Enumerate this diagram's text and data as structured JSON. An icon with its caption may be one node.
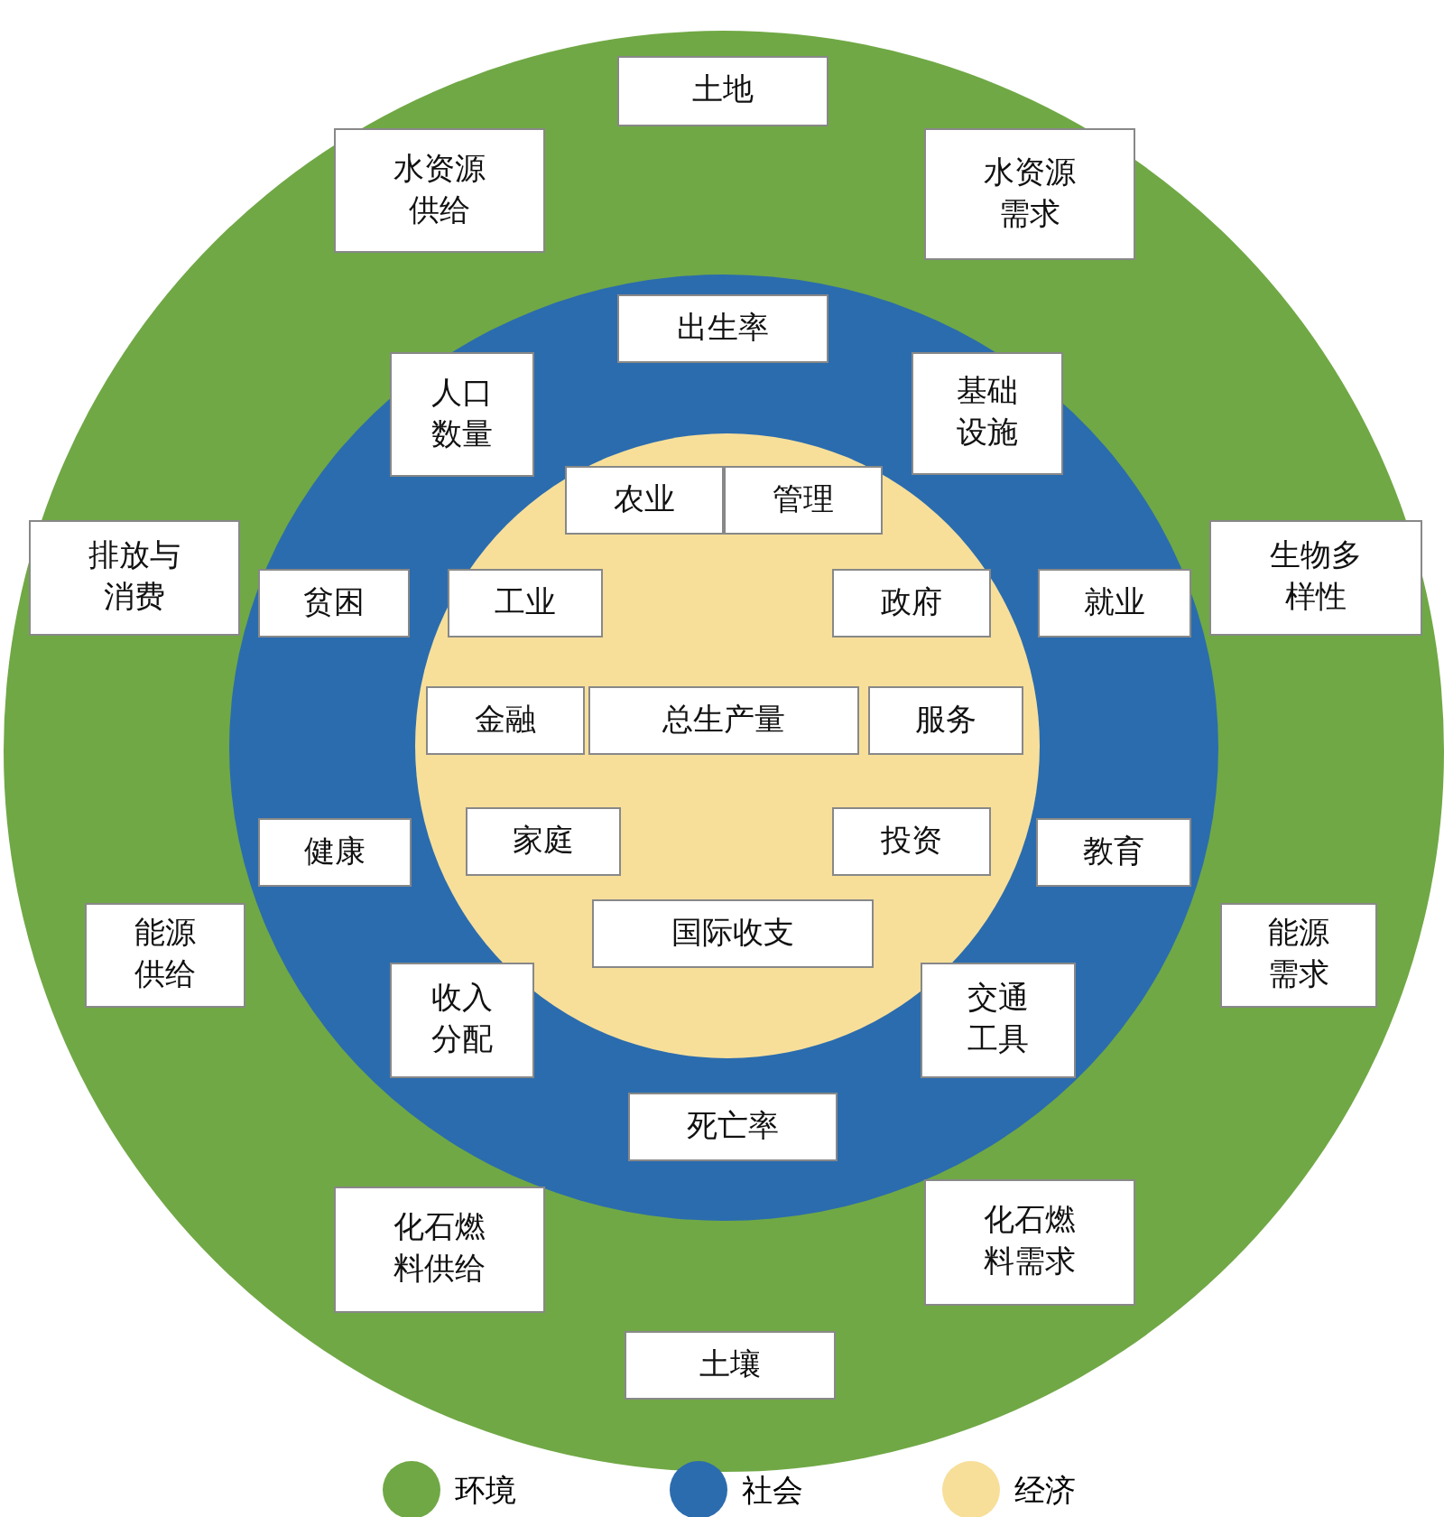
{
  "diagram": {
    "nodes": [
      {
        "text": [],
        "shape": "circle"
      },
      {
        "text": [],
        "shape": "circle",
        "in": 0
      },
      {
        "text": [],
        "shape": "circle",
        "in": 1
      },
      {
        "text": [
          "土地"
        ],
        "in": 0
      },
      {
        "text": [
          "水资源供给"
        ],
        "in": 0
      },
      {
        "text": [
          "水资源需求"
        ],
        "in": 0
      },
      {
        "text": [
          "排放与消费"
        ],
        "in": 0
      },
      {
        "text": [
          "生物多样性"
        ],
        "in": 0
      },
      {
        "text": [
          "能源供给"
        ],
        "in": 0
      },
      {
        "text": [
          "能源需求"
        ],
        "in": 0
      },
      {
        "text": [
          "化石燃料供给"
        ],
        "in": 0
      },
      {
        "text": [
          "化石燃料需求"
        ],
        "in": 0
      },
      {
        "text": [
          "土壤"
        ],
        "in": 0
      },
      {
        "text": [
          "出生率"
        ],
        "in": 1
      },
      {
        "text": [
          "人口数量"
        ],
        "in": 1
      },
      {
        "text": [
          "基础设施"
        ],
        "in": 1
      },
      {
        "text": [
          "贫困"
        ],
        "in": 1
      },
      {
        "text": [
          "就业"
        ],
        "in": 1
      },
      {
        "text": [
          "健康"
        ],
        "in": 1
      },
      {
        "text": [
          "教育"
        ],
        "in": 1
      },
      {
        "text": [
          "收入分配"
        ],
        "in": 1
      },
      {
        "text": [
          "交通工具"
        ],
        "in": 1
      },
      {
        "text": [
          "死亡率"
        ],
        "in": 1
      },
      {
        "text": [
          "农业"
        ],
        "in": 2
      },
      {
        "text": [
          "管理"
        ],
        "in": 2
      },
      {
        "text": [
          "工业"
        ],
        "in": 2
      },
      {
        "text": [
          "政府"
        ],
        "in": 2
      },
      {
        "text": [
          "金融"
        ],
        "in": 2
      },
      {
        "text": [
          "总生产量"
        ],
        "in": 2
      },
      {
        "text": [
          "服务"
        ],
        "in": 2
      },
      {
        "text": [
          "家庭"
        ],
        "in": 2
      },
      {
        "text": [
          "投资"
        ],
        "in": 2
      },
      {
        "text": [
          "国际收支"
        ],
        "in": 2
      }
    ],
    "legend": [
      {
        "text": "环境",
        "color": "#70a845"
      },
      {
        "text": "社会",
        "color": "#2b6cae"
      },
      {
        "text": "经济",
        "color": "#f7df9a"
      }
    ]
  }
}
